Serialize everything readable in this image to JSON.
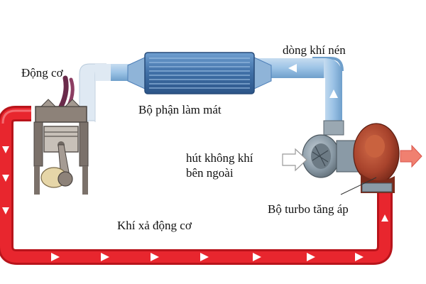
{
  "labels": {
    "engine": "Động cơ",
    "intercooler": "Bộ phận làm mát",
    "compressed_air": "dòng khí nén",
    "intake_line1": "hút không khí",
    "intake_line2": "bên ngoài",
    "turbo": "Bộ turbo tăng áp",
    "exhaust": "Khí xả động cơ"
  },
  "colors": {
    "exhaust_pipe": "#e8262e",
    "exhaust_pipe_dark": "#b8141b",
    "compressed_pipe": "#9cc3e6",
    "compressed_pipe_dark": "#5d8fbf",
    "intercooler": "#4d7fb8",
    "turbo_hot": "#a8432c",
    "turbo_cold": "#8a9aa6",
    "engine_body": "#9a8f86",
    "arrow": "#ffffff"
  }
}
